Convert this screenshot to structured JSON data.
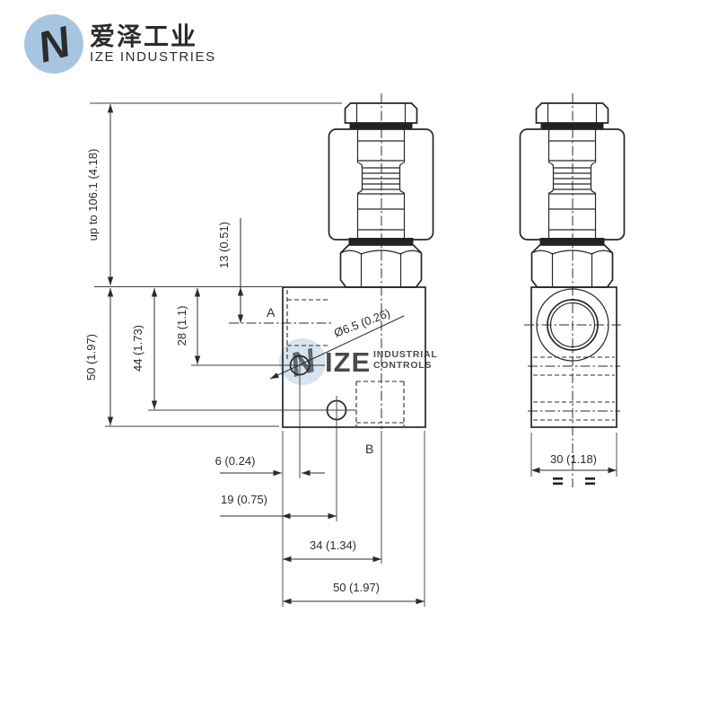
{
  "brand": {
    "name_cn": "爱泽工业",
    "name_en": "IZE INDUSTRIES",
    "mark": "N"
  },
  "watermark": {
    "mark": "N",
    "big": "IZE",
    "line1": "INDUSTRIAL",
    "line2": "CONTROLS"
  },
  "front_view": {
    "port_labels": {
      "a": "A",
      "b": "B"
    },
    "dimensions": {
      "overall_height": "up to 106.1 (4.18)",
      "body_height": "50 (1.97)",
      "port_a_centerline": "13 (0.51)",
      "hole_a_centerline": "28 (1.1)",
      "hole_b_centerline": "44 (1.73)",
      "hole_diameter": "Ø6.5 (0.26)",
      "hole_a_offset": "6 (0.24)",
      "hole_b_offset": "19 (0.75)",
      "cavity_offset": "34 (1.34)",
      "body_width": "50 (1.97)"
    }
  },
  "side_view": {
    "dimensions": {
      "body_depth": "30 (1.18)"
    }
  },
  "colors": {
    "logo_blue": "#a8c5e0",
    "brand_red": "#c9564c",
    "brand_gray": "#9ba1a6",
    "line": "#2b2b2b",
    "watermark_gray": "#b7bdc1"
  }
}
